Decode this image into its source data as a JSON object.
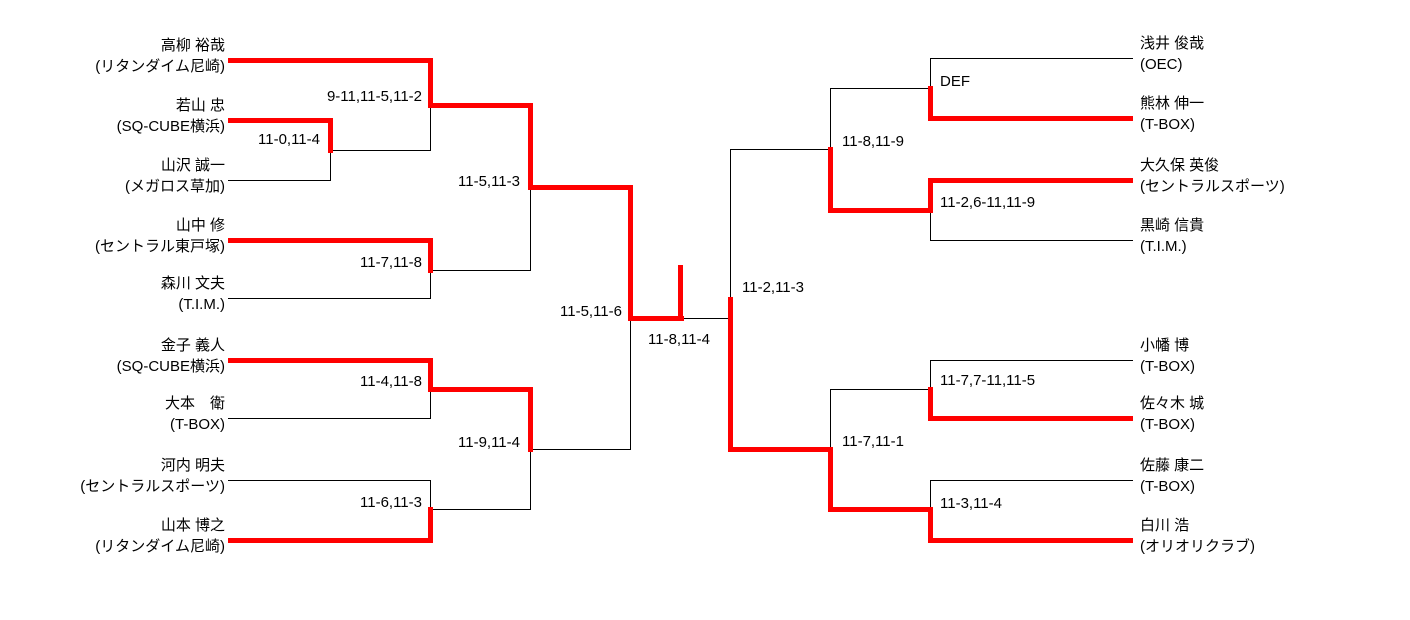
{
  "colors": {
    "winner_path": "#ff0000",
    "line": "#000000",
    "background": "#ffffff",
    "text": "#000000"
  },
  "players": {
    "left": [
      {
        "name": "高柳 裕哉",
        "club": "(リタンダイム尼崎)",
        "line_color": "red"
      },
      {
        "name": "若山 忠",
        "club": "(SQ-CUBE横浜)",
        "line_color": "red"
      },
      {
        "name": "山沢 誠一",
        "club": "(メガロス草加)",
        "line_color": "black"
      },
      {
        "name": "山中 修",
        "club": "(セントラル東戸塚)",
        "line_color": "red"
      },
      {
        "name": "森川 文夫",
        "club": "(T.I.M.)",
        "line_color": "black"
      },
      {
        "name": "金子 義人",
        "club": "(SQ-CUBE横浜)",
        "line_color": "red"
      },
      {
        "name": "大本　衛",
        "club": "(T-BOX)",
        "line_color": "black"
      },
      {
        "name": "河内 明夫",
        "club": "(セントラルスポーツ)",
        "line_color": "black"
      },
      {
        "name": "山本 博之",
        "club": "(リタンダイム尼崎)",
        "line_color": "red"
      }
    ],
    "right": [
      {
        "name": "浅井 俊哉",
        "club": "(OEC)",
        "line_color": "black"
      },
      {
        "name": "熊林 伸一",
        "club": "(T-BOX)",
        "line_color": "red"
      },
      {
        "name": "大久保 英俊",
        "club": "(セントラルスポーツ)",
        "line_color": "red"
      },
      {
        "name": "黒崎 信貴",
        "club": "(T.I.M.)",
        "line_color": "black"
      },
      {
        "name": "小幡 博",
        "club": "(T-BOX)",
        "line_color": "black"
      },
      {
        "name": "佐々木 城",
        "club": "(T-BOX)",
        "line_color": "red"
      },
      {
        "name": "佐藤 康二",
        "club": "(T-BOX)",
        "line_color": "black"
      },
      {
        "name": "白川 浩",
        "club": "(オリオリクラブ)",
        "line_color": "red"
      }
    ]
  },
  "scores": {
    "left": {
      "round1": "11-0,11-4",
      "qf1": "9-11,11-5,11-2",
      "qf2": "11-7,11-8",
      "qf3": "11-4,11-8",
      "qf4": "11-6,11-3",
      "sf1": "11-5,11-3",
      "sf2": "11-9,11-4",
      "final": "11-5,11-6"
    },
    "right": {
      "qf1": "DEF",
      "qf2": "11-2,6-11,11-9",
      "qf3": "11-7,7-11,11-5",
      "qf4": "11-3,11-4",
      "sf1": "11-8,11-9",
      "sf2": "11-7,11-1",
      "final": "11-2,11-3"
    },
    "grand_final": "11-8,11-4"
  }
}
